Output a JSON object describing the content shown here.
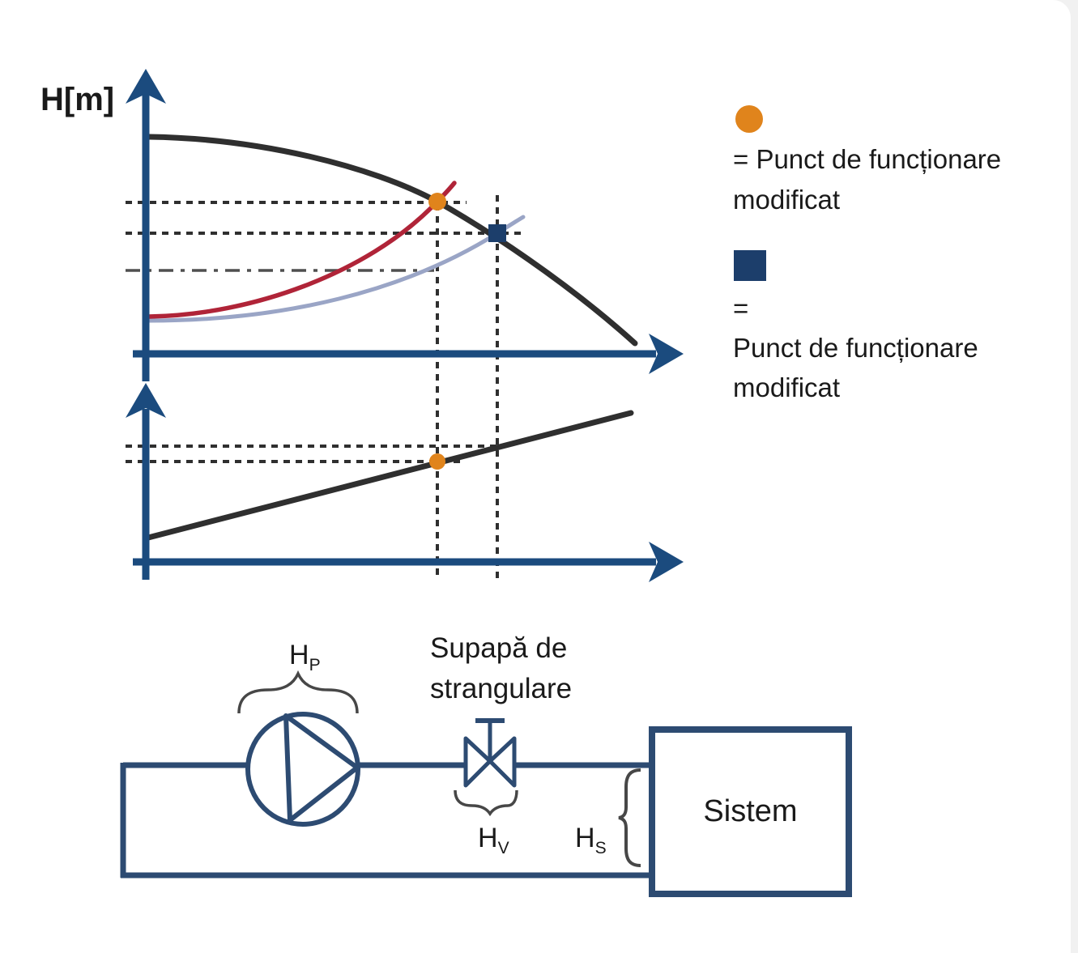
{
  "charts": {
    "y_axis_label": "H[m]",
    "top_chart": {
      "curves": [
        "pump-curve-black",
        "throttled-system-curve-red",
        "original-system-curve-lightblue"
      ],
      "markers": [
        "orange-dot-modified-operating-point",
        "navy-square-operating-point"
      ]
    },
    "bottom_chart": {
      "curves": [
        "rising-line-black"
      ],
      "markers": [
        "orange-dot-operating-point"
      ]
    }
  },
  "legend": {
    "item1": {
      "symbol": "orange-circle",
      "line1": "= Punct de funcționare",
      "line2": "modificat"
    },
    "item2": {
      "symbol": "navy-square",
      "line1": "=",
      "line2": "Punct de funcționare",
      "line3": "modificat"
    }
  },
  "schematic": {
    "pump_head": {
      "base": "H",
      "sub": "P"
    },
    "valve_title_line1": "Supapă de",
    "valve_title_line2": "strangulare",
    "valve_head": {
      "base": "H",
      "sub": "V"
    },
    "system_head": {
      "base": "H",
      "sub": "S"
    },
    "system_box": "Sistem"
  },
  "colors": {
    "axis_navy": "#1b4b7e",
    "schematic_navy": "#2d4b72",
    "curve_black": "#2f2f2f",
    "curve_red": "#b02438",
    "curve_lightblue": "#9aa5c6",
    "marker_orange": "#e0841c",
    "marker_navy": "#1c3e6b",
    "page_bg": "#f1f1f1",
    "card_bg": "#ffffff"
  }
}
